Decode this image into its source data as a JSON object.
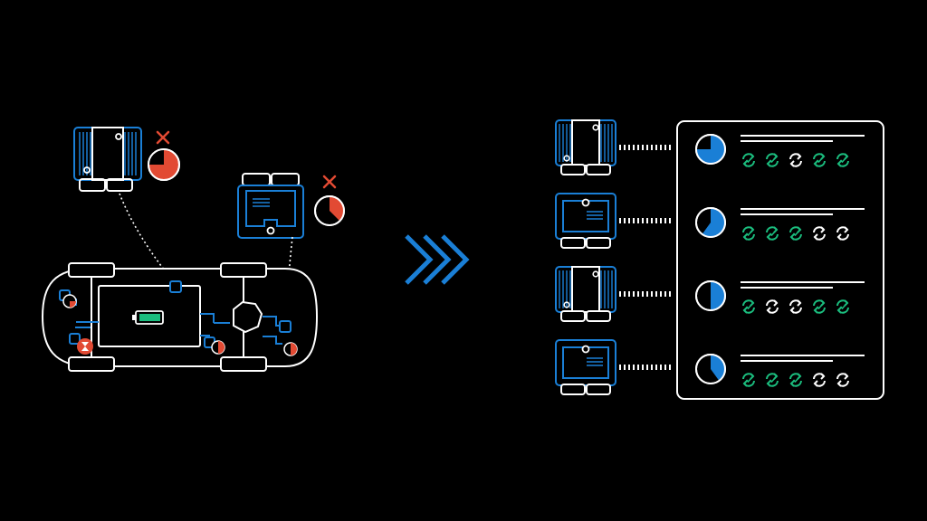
{
  "colors": {
    "background": "#000000",
    "line": "#ffffff",
    "blue": "#1a7fd6",
    "red": "#e24a33",
    "green": "#1bbd7e",
    "battery": "#1bbd7e"
  },
  "left": {
    "ecu_top": {
      "icon": "ecu-module-icon",
      "pie_fraction": 0.33,
      "tool_icon": "wrench-screwdriver-icon"
    },
    "ecu_mid": {
      "icon": "ecu-module-icon",
      "pie_fraction": 0.3,
      "tool_icon": "wrench-screwdriver-icon"
    },
    "vehicle": {
      "icon": "vehicle-chassis-icon",
      "battery_icon": "battery-icon"
    }
  },
  "arrow": {
    "icon": "triple-chevron-right-icon"
  },
  "right": {
    "rows": [
      {
        "module": "ecu-striped",
        "pie_fraction": 0.75,
        "status_icons": [
          "sync-ok",
          "sync-ok",
          "sync",
          "sync-ok",
          "sync-ok"
        ]
      },
      {
        "module": "ecu-plain",
        "pie_fraction": 0.6,
        "status_icons": [
          "sync-ok",
          "sync-ok",
          "sync-ok",
          "sync",
          "sync"
        ]
      },
      {
        "module": "ecu-striped",
        "pie_fraction": 0.5,
        "status_icons": [
          "sync-ok",
          "sync",
          "sync",
          "sync-ok",
          "sync-ok"
        ]
      },
      {
        "module": "ecu-plain",
        "pie_fraction": 0.4,
        "status_icons": [
          "sync-ok",
          "sync-ok",
          "sync-ok",
          "sync",
          "sync"
        ]
      }
    ]
  }
}
